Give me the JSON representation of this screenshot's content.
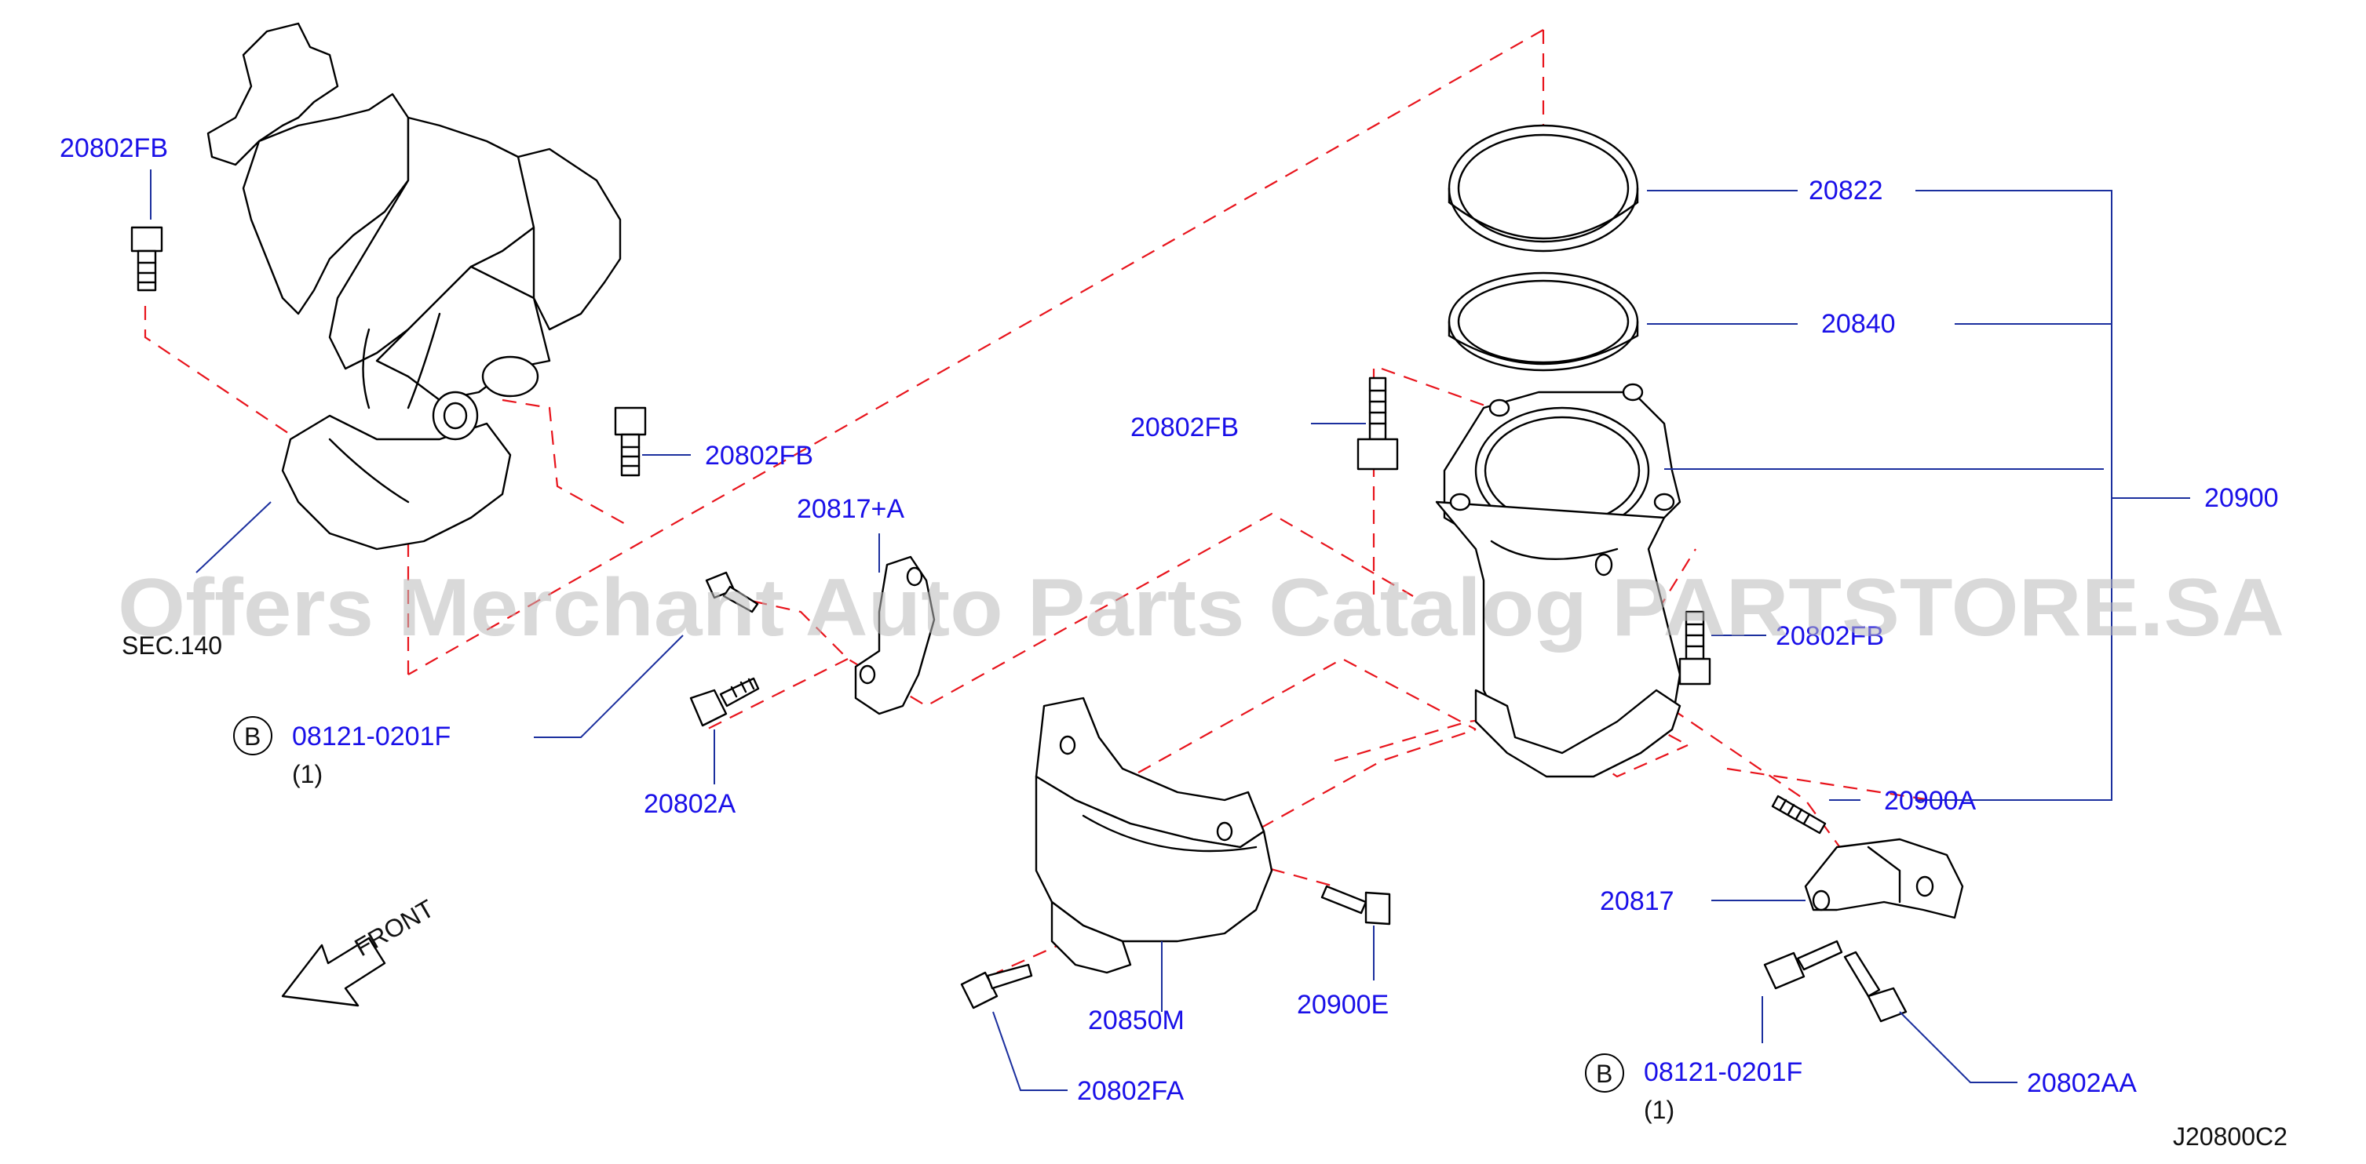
{
  "watermark": "Offers Merchant Auto Parts Catalog PARTSTORE.SA",
  "diagram_code": "J20800C2",
  "front_label": "FRONT",
  "section_ref": "SEC.140",
  "bolt_marker": "B",
  "colors": {
    "callout": "#1a10e8",
    "leader": "#1b2f9e",
    "dashed_line": "#e8141c",
    "outline": "#000000"
  },
  "callouts": {
    "p20802fb_top": "20802FB",
    "p20802fb_mid": "20802FB",
    "p20802fb_right": "20802FB",
    "p20802fb_lower": "20802FB",
    "p20817a": "20817+A",
    "p08121_left": "08121-0201F",
    "qty_left": "(1)",
    "p20802a": "20802A",
    "p20822": "20822",
    "p20840": "20840",
    "p20900": "20900",
    "p20900a": "20900A",
    "p20817": "20817",
    "p08121_right": "08121-0201F",
    "qty_right": "(1)",
    "p20802aa": "20802AA",
    "p20850m": "20850M",
    "p20900e": "20900E",
    "p20802fa": "20802FA"
  }
}
